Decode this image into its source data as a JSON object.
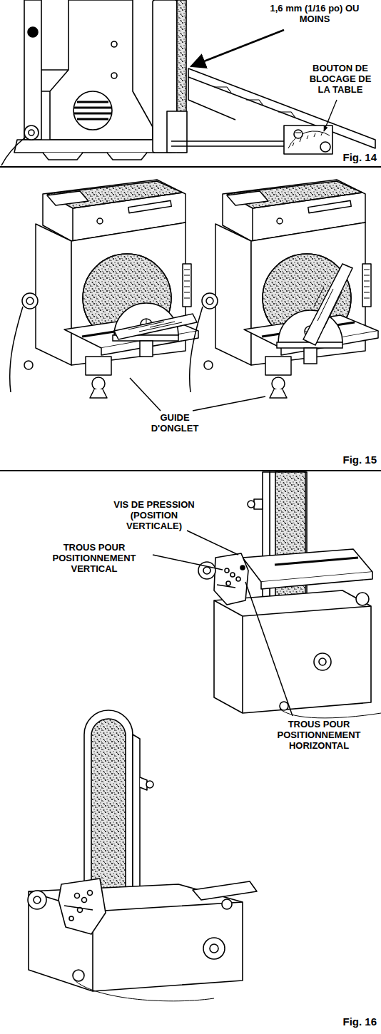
{
  "diagram": {
    "labels": [
      "1,6 mm (1/16 po) OU MOINS",
      "BOUTON DE BLOCAGE DE LA TABLE",
      "Fig. 14",
      "GUIDE D'ONGLET",
      "Fig. 15",
      "VIS DE PRESSION (POSITION VERTICALE)",
      "TROUS POUR POSITIONNEMENT VERTICAL",
      "TROUS POUR POSITIONNEMENT HORIZONTAL",
      "Fig. 16"
    ]
  }
}
